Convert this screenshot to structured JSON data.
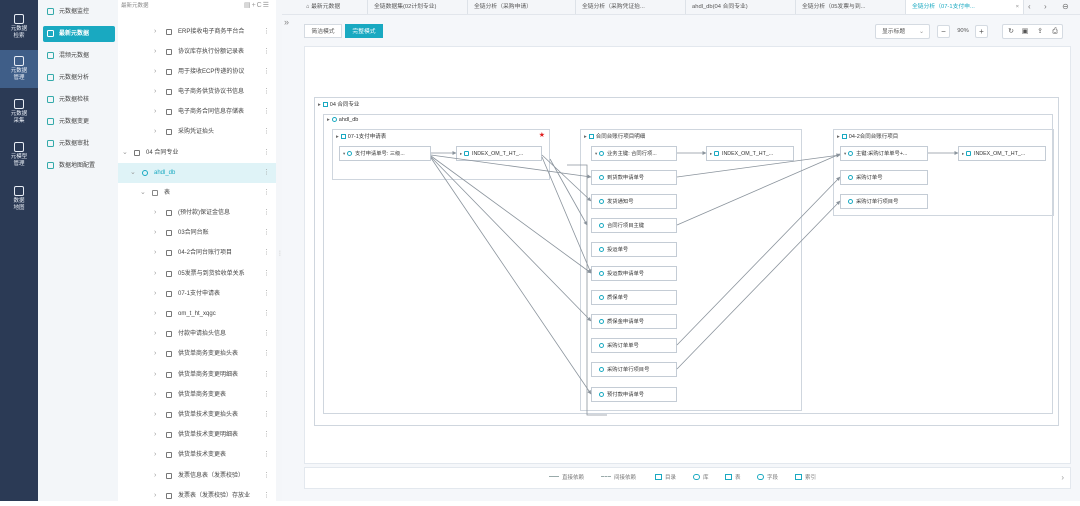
{
  "rail": {
    "items": [
      {
        "label": "元数据\n检索"
      },
      {
        "label": "元数据\n管理"
      },
      {
        "label": "元数据\n采集"
      },
      {
        "label": "元模型\n管理"
      },
      {
        "label": "数据\n地图"
      }
    ]
  },
  "sidebar": {
    "items": [
      {
        "label": "元数据监控"
      },
      {
        "label": "最新元数据"
      },
      {
        "label": "混频元数据"
      },
      {
        "label": "元数据分析"
      },
      {
        "label": "元数据检核"
      },
      {
        "label": "元数据变更"
      },
      {
        "label": "元数据审批"
      },
      {
        "label": "数据地图配置"
      }
    ]
  },
  "tree": {
    "header": "最新元数据",
    "tools": "▤+C☰",
    "rows": [
      {
        "label": "ERP接收电子商务平台合"
      },
      {
        "label": "协议库存执行份额记录表"
      },
      {
        "label": "用于接收ECP传递的协议"
      },
      {
        "label": "电子商务供货协议书信息"
      },
      {
        "label": "电子商务合同信息存储表"
      },
      {
        "label": "采购凭证抬头"
      },
      {
        "label": "04 合同专业"
      },
      {
        "label": "ahdl_db"
      },
      {
        "label": "表"
      },
      {
        "label": "(预付款)保证金信息"
      },
      {
        "label": "03合同台账"
      },
      {
        "label": "04-2合同台账行项目"
      },
      {
        "label": "05发票与到货验收单关系"
      },
      {
        "label": "07-1支付申请表"
      },
      {
        "label": "om_t_ht_xqgc"
      },
      {
        "label": "付款申请抬头信息"
      },
      {
        "label": "供货单商务变更抬头表"
      },
      {
        "label": "供货单商务变更明细表"
      },
      {
        "label": "供货单商务变更表"
      },
      {
        "label": "供货单技术变更抬头表"
      },
      {
        "label": "供货单技术变更明细表"
      },
      {
        "label": "供货单技术变更表"
      },
      {
        "label": "发票信息表（发票校验）"
      },
      {
        "label": "发票表（发票校验）存放业"
      }
    ]
  },
  "tabs": [
    {
      "label": "最新元数据"
    },
    {
      "label": "全链数据集(02计划专业)"
    },
    {
      "label": "全链分析（采购申请）"
    },
    {
      "label": "全链分析（采购凭证抬..."
    },
    {
      "label": "ahdl_db(04 合同专业)"
    },
    {
      "label": "全链分析（05发票与到..."
    },
    {
      "label": "全链分析（07-1支付申..."
    }
  ],
  "toolbar": {
    "mode_simple": "简洁模式",
    "mode_detail": "完整模式",
    "display_label": "显示标题",
    "zoom_minus": "−",
    "zoom_value": "90%",
    "zoom_plus": "+"
  },
  "graph": {
    "outer_title": "04 合同专业",
    "db_title": "ahdl_db",
    "tables": [
      {
        "title": "07-1支付申请表"
      },
      {
        "title": "合同台账行项目明细"
      },
      {
        "title": "04-2合同台账行项目"
      }
    ],
    "nodes": [
      {
        "label": "支付申请单号: 三级..."
      },
      {
        "label": "INDEX_OM_T_HT_..."
      },
      {
        "label": "业务主键: 合同行项..."
      },
      {
        "label": "INDEX_OM_T_HT_..."
      },
      {
        "label": "到货款申请单号"
      },
      {
        "label": "发货通知号"
      },
      {
        "label": "合同行项目主键"
      },
      {
        "label": "投运单号"
      },
      {
        "label": "投运款申请单号"
      },
      {
        "label": "质保单号"
      },
      {
        "label": "质保金申请单号"
      },
      {
        "label": "采购订单单号"
      },
      {
        "label": "采购订单行项目号"
      },
      {
        "label": "预付款申请单号"
      },
      {
        "label": "主键:采购订单单号+..."
      },
      {
        "label": "INDEX_OM_T_HT_..."
      },
      {
        "label": "采购订单号"
      },
      {
        "label": "采购订单行项目号"
      }
    ]
  },
  "legend": {
    "items": [
      {
        "label": "直接依赖"
      },
      {
        "label": "间接依赖"
      },
      {
        "label": "目录"
      },
      {
        "label": "库"
      },
      {
        "label": "表"
      },
      {
        "label": "字段"
      },
      {
        "label": "索引"
      }
    ]
  }
}
